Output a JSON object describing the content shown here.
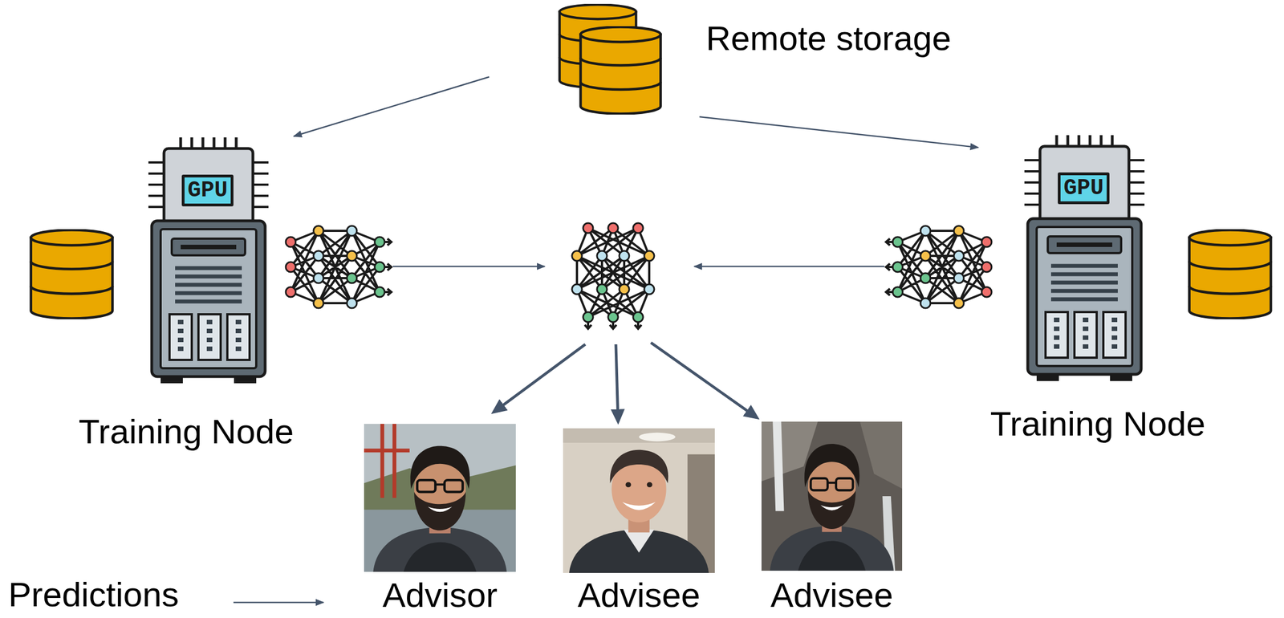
{
  "diagram": {
    "nodes": [
      {
        "text": [
          "Remote storage"
        ]
      },
      {
        "text": [
          "Training Node"
        ]
      },
      {
        "text": [
          "GPU"
        ],
        "in": 1
      },
      {
        "text": [
          "Training Node"
        ]
      },
      {
        "text": [
          "GPU"
        ],
        "in": 3
      },
      {
        "text": [
          "Advisor"
        ]
      },
      {
        "text": [
          "Advisee"
        ]
      },
      {
        "text": [
          "Advisee"
        ]
      }
    ],
    "edges": [
      {
        "from": 0,
        "to": 1,
        "arrow": "to"
      },
      {
        "from": 0,
        "to": 3,
        "arrow": "to"
      }
    ],
    "labels": [
      "Predictions"
    ]
  }
}
